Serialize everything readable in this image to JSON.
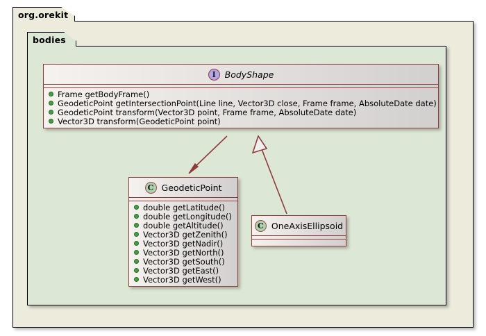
{
  "diagram": {
    "type": "uml-class-diagram",
    "packages": [
      {
        "name": "org.orekit",
        "tab_label": "org.orekit",
        "background": "#ECEBDC"
      },
      {
        "name": "bodies",
        "tab_label": "bodies",
        "background": "#DDE7D5"
      }
    ],
    "colors": {
      "border": "#8F3B3B",
      "edge": "#8F3B3B",
      "interface_stereotype_fill": "#B4A7E5",
      "class_stereotype_fill": "#ADD1AD",
      "visibility_public": "#4A9A4A",
      "outer_package_fill": "#ECEBDC",
      "inner_package_fill": "#DDE7D5"
    },
    "classes": [
      {
        "id": "BodyShape",
        "name": "BodyShape",
        "kind": "interface",
        "stereotype_letter": "I",
        "italic": true,
        "attributes": [],
        "methods": [
          {
            "visibility": "public",
            "signature": "Frame getBodyFrame()"
          },
          {
            "visibility": "public",
            "signature": "GeodeticPoint getIntersectionPoint(Line line, Vector3D close, Frame frame, AbsoluteDate date)"
          },
          {
            "visibility": "public",
            "signature": "GeodeticPoint transform(Vector3D point, Frame frame, AbsoluteDate date)"
          },
          {
            "visibility": "public",
            "signature": "Vector3D transform(GeodeticPoint point)"
          }
        ]
      },
      {
        "id": "GeodeticPoint",
        "name": "GeodeticPoint",
        "kind": "class",
        "stereotype_letter": "C",
        "italic": false,
        "attributes": [],
        "methods": [
          {
            "visibility": "public",
            "signature": "double getLatitude()"
          },
          {
            "visibility": "public",
            "signature": "double getLongitude()"
          },
          {
            "visibility": "public",
            "signature": "double getAltitude()"
          },
          {
            "visibility": "public",
            "signature": "Vector3D getZenith()"
          },
          {
            "visibility": "public",
            "signature": "Vector3D getNadir()"
          },
          {
            "visibility": "public",
            "signature": "Vector3D getNorth()"
          },
          {
            "visibility": "public",
            "signature": "Vector3D getSouth()"
          },
          {
            "visibility": "public",
            "signature": "Vector3D getEast()"
          },
          {
            "visibility": "public",
            "signature": "Vector3D getWest()"
          }
        ]
      },
      {
        "id": "OneAxisEllipsoid",
        "name": "OneAxisEllipsoid",
        "kind": "class",
        "stereotype_letter": "C",
        "italic": false,
        "attributes": [],
        "methods": []
      }
    ],
    "relationships": [
      {
        "from": "BodyShape",
        "to": "GeodeticPoint",
        "type": "dependency",
        "arrowhead": "solid-filled",
        "line": "solid"
      },
      {
        "from": "OneAxisEllipsoid",
        "to": "BodyShape",
        "type": "realization",
        "arrowhead": "hollow-triangle",
        "line": "solid"
      }
    ]
  }
}
